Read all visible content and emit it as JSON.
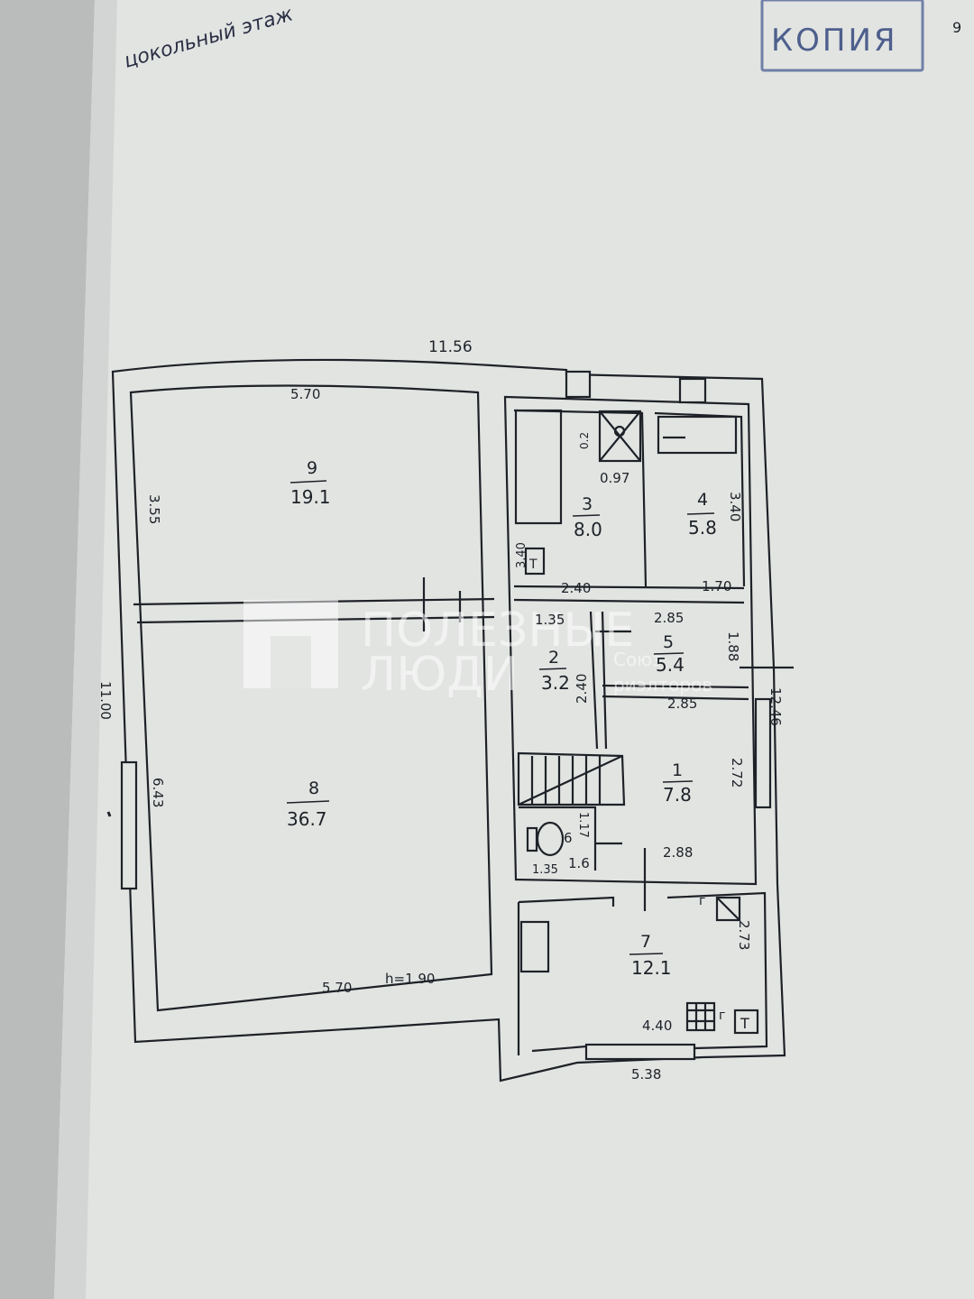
{
  "header": {
    "handwritten_title": "цокольный этаж",
    "stamp_text": "КОПИЯ",
    "page_number": "9"
  },
  "watermark": {
    "line1": "ПОЛЕЗНЫЕ",
    "line2": "ЛЮДИ",
    "line3": "Союз",
    "line4": "риэлторов"
  },
  "rooms": [
    {
      "id": "9",
      "area": "19.1"
    },
    {
      "id": "8",
      "area": "36.7"
    },
    {
      "id": "3",
      "area": "8.0"
    },
    {
      "id": "4",
      "area": "5.8"
    },
    {
      "id": "2",
      "area": "3.2"
    },
    {
      "id": "5",
      "area": "5.4"
    },
    {
      "id": "1",
      "area": "7.8"
    },
    {
      "id": "6",
      "area": "1.6"
    },
    {
      "id": "7",
      "area": "12.1"
    }
  ],
  "dimensions": {
    "top_overall": "11.56",
    "room9_width": "5.70",
    "room9_height": "3.55",
    "left_overall": "11.00",
    "room8_height": "6.43",
    "bottom_left": "5.70",
    "ceiling_height": "h=1.90",
    "shower_a": "0.2",
    "shower_b": "0.97",
    "room4_height": "3.40",
    "small_box": "3.40",
    "room3_width": "2.40",
    "room4_width": "1.70",
    "corridor_a": "1.35",
    "room5_width": "2.85",
    "room5_height": "1.88",
    "room2_height": "2.40",
    "room1_top": "2.85",
    "right_overall": "12.46",
    "room1_height": "2.72",
    "room6_height": "1.17",
    "room6_width": "1.35",
    "room1_bottom": "2.88",
    "room7_height": "2.73",
    "room7_inner": "4.40",
    "bottom_overall": "5.38",
    "mark_g1": "г",
    "mark_g2": "г",
    "mark_t1": "Т",
    "mark_t2": "Т"
  },
  "colors": {
    "paper": "#e4e6e4",
    "ink": "#1e2228",
    "stamp": "#4d5f8c"
  }
}
